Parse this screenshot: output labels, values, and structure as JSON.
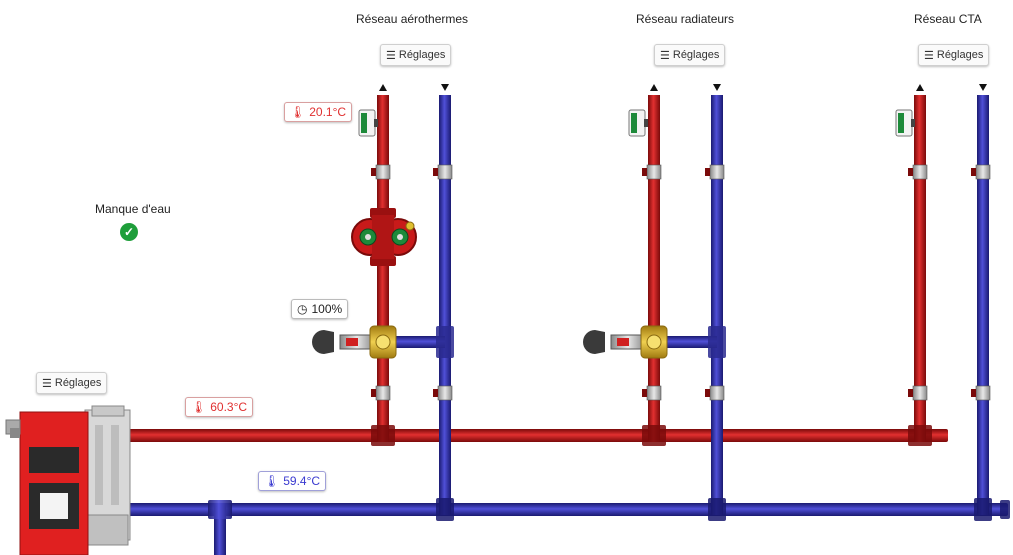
{
  "networks": [
    {
      "title": "Réseau aérothermes",
      "settings_label": "Réglages"
    },
    {
      "title": "Réseau radiateurs",
      "settings_label": "Réglages"
    },
    {
      "title": "Réseau CTA",
      "settings_label": "Réglages"
    }
  ],
  "boiler": {
    "settings_label": "Réglages"
  },
  "alarm": {
    "label": "Manque d'eau",
    "status_icon": "check-circle-icon",
    "status_color": "#1e9e3a"
  },
  "readings": {
    "aero_supply_temp": "20.1°C",
    "pump_speed": "100%",
    "boiler_supply_temp": "60.3°C",
    "boiler_return_temp": "59.4°C"
  },
  "colors": {
    "hot_pipe": "#cc1a1a",
    "cold_pipe": "#3535b5",
    "boiler_red": "#e02020",
    "valve_yellow": "#e0b020"
  },
  "icons": {
    "settings": "sliders-icon",
    "thermometer": "thermometer-icon",
    "gauge": "gauge-icon"
  }
}
